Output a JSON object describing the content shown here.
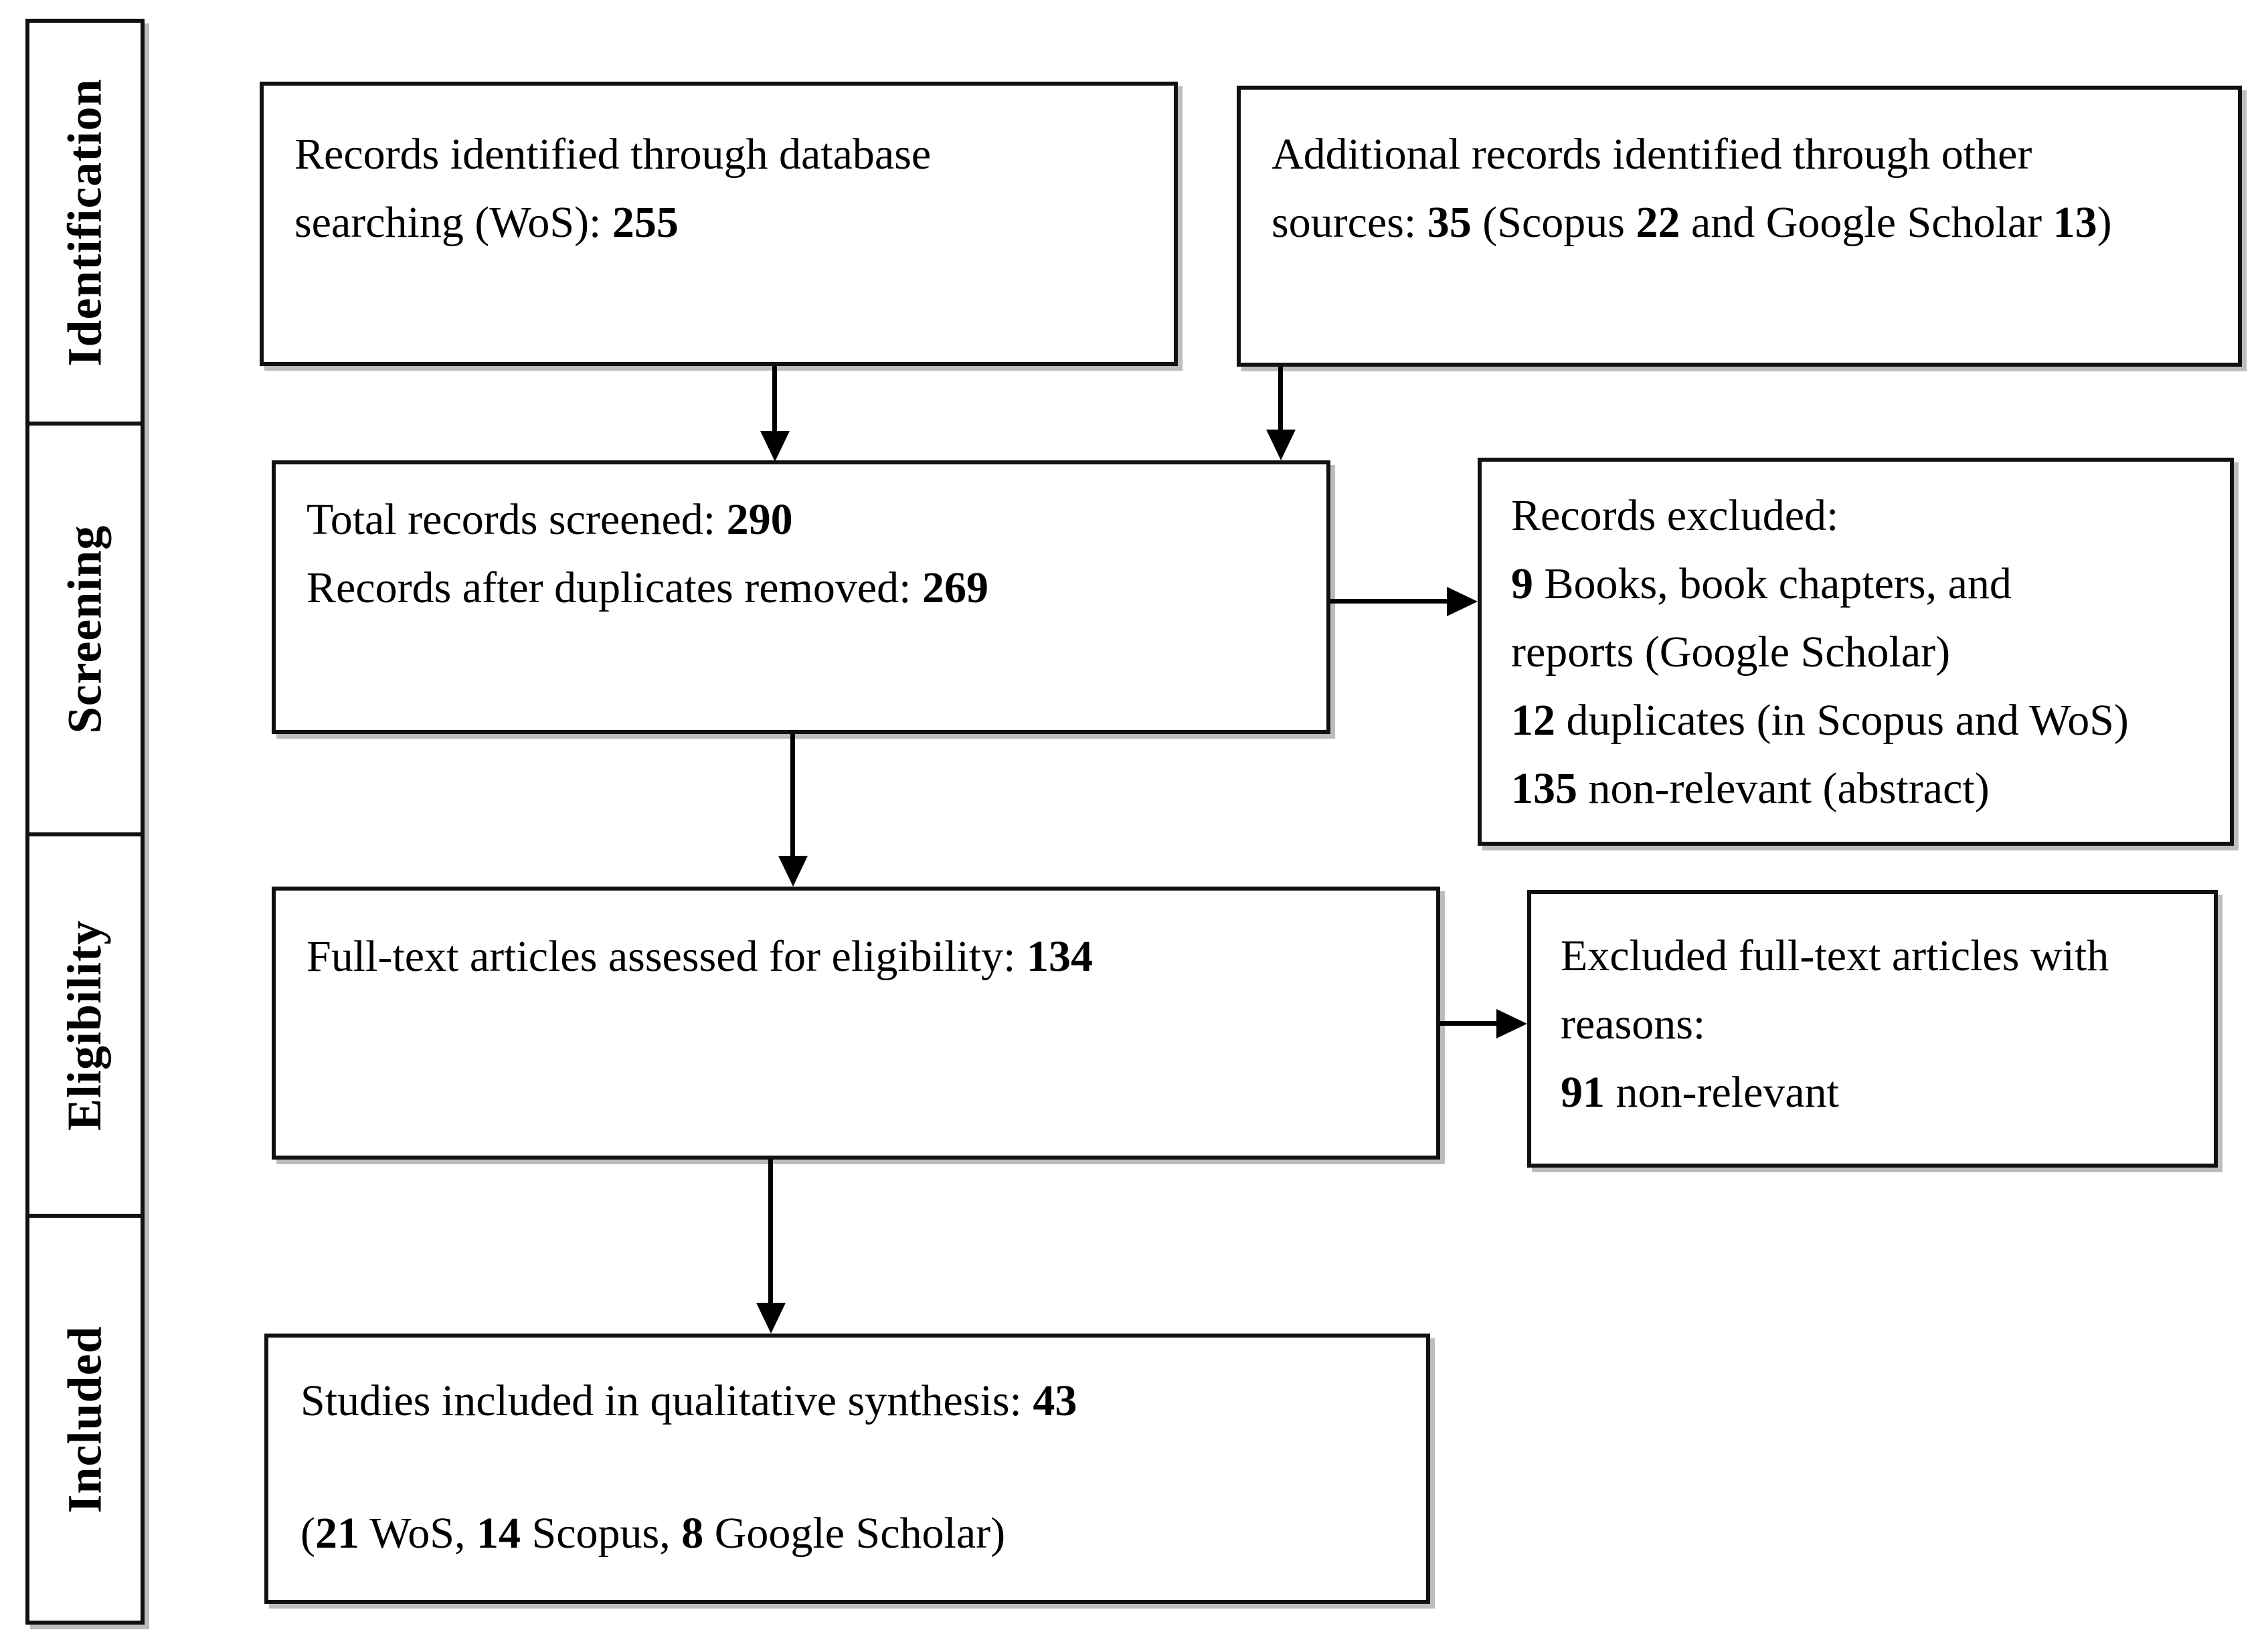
{
  "figure": {
    "type": "prisma-flow-diagram",
    "phases": [
      {
        "label": "Identification"
      },
      {
        "label": "Screening"
      },
      {
        "label": "Eligibility"
      },
      {
        "label": "Included"
      }
    ],
    "boxes": {
      "records_identified": {
        "lines": [
          [
            {
              "t": "Records identified through database"
            }
          ],
          [
            {
              "t": "searching (WoS): "
            },
            {
              "t": "255",
              "b": true
            }
          ]
        ]
      },
      "additional_records": {
        "lines": [
          [
            {
              "t": "Additional records identified through other"
            }
          ],
          [
            {
              "t": "sources: "
            },
            {
              "t": "35",
              "b": true
            },
            {
              "t": " (Scopus "
            },
            {
              "t": "22",
              "b": true
            },
            {
              "t": " and Google Scholar "
            },
            {
              "t": "13",
              "b": true
            },
            {
              "t": ")"
            }
          ]
        ]
      },
      "records_screened": {
        "lines": [
          [
            {
              "t": "Total records screened: "
            },
            {
              "t": "290",
              "b": true
            }
          ],
          [
            {
              "t": "Records after duplicates removed: "
            },
            {
              "t": "269",
              "b": true
            }
          ]
        ]
      },
      "records_excluded": {
        "lines": [
          [
            {
              "t": "Records excluded:"
            }
          ],
          [
            {
              "t": "9",
              "b": true
            },
            {
              "t": " Books, book chapters, and"
            }
          ],
          [
            {
              "t": "reports (Google Scholar)"
            }
          ],
          [
            {
              "t": "12",
              "b": true
            },
            {
              "t": " duplicates (in Scopus and WoS)"
            }
          ],
          [
            {
              "t": "135",
              "b": true
            },
            {
              "t": " non-relevant (abstract)"
            }
          ]
        ]
      },
      "fulltext_assessed": {
        "lines": [
          [
            {
              "t": "Full-text articles assessed for eligibility: "
            },
            {
              "t": "134",
              "b": true
            }
          ]
        ]
      },
      "fulltext_excluded": {
        "lines": [
          [
            {
              "t": "Excluded full-text articles with"
            }
          ],
          [
            {
              "t": "reasons:"
            }
          ],
          [
            {
              "t": "91",
              "b": true
            },
            {
              "t": " non-relevant"
            }
          ]
        ]
      },
      "studies_included": {
        "lines": [
          [
            {
              "t": "Studies included in qualitative synthesis: "
            },
            {
              "t": "43",
              "b": true
            }
          ],
          [
            {
              "t": "("
            },
            {
              "t": "21",
              "b": true
            },
            {
              "t": " WoS, "
            },
            {
              "t": "14",
              "b": true
            },
            {
              "t": " Scopus, "
            },
            {
              "t": "8",
              "b": true
            },
            {
              "t": " Google Scholar)"
            }
          ]
        ]
      }
    },
    "colors": {
      "border": "#111111",
      "shadow": "#bdbdbd",
      "text": "#000000",
      "background": "#ffffff"
    }
  }
}
